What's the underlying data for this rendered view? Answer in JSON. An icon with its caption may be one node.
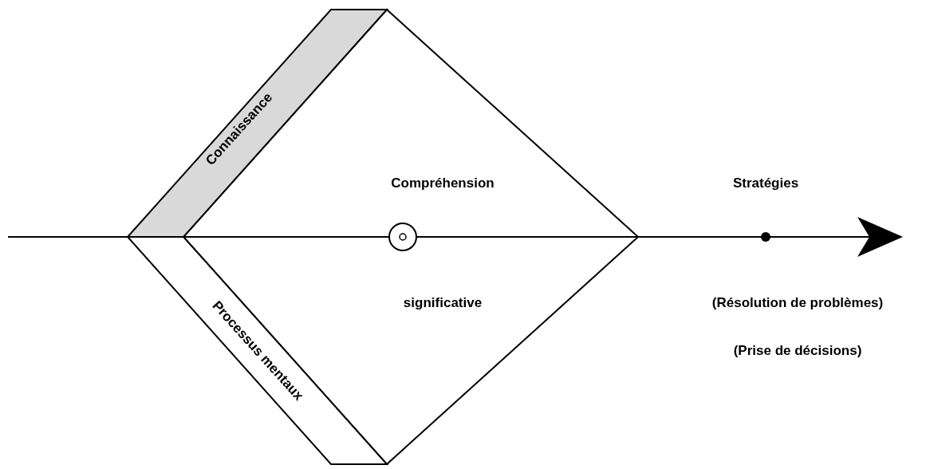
{
  "diagram": {
    "nodes": [
      {
        "text": [
          "Connaissance"
        ]
      },
      {
        "text": [
          "Processus mentaux"
        ]
      },
      {
        "text": [
          "Compréhension",
          "significative"
        ]
      }
    ],
    "labels": [
      "Stratégies",
      "(Résolution de problèmes)",
      "(Prise de décisions)"
    ]
  }
}
